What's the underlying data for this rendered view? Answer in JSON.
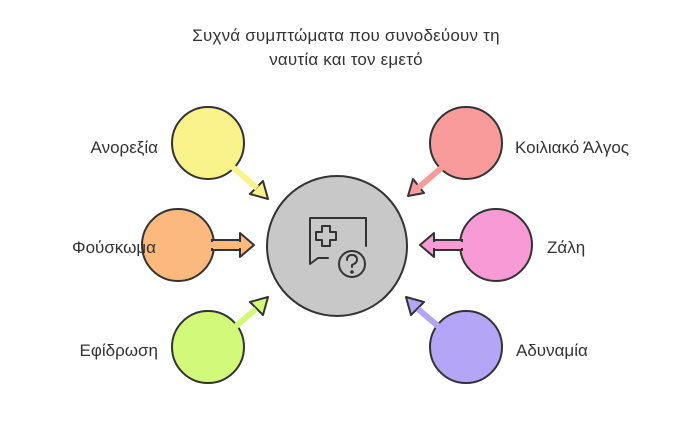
{
  "title": {
    "line1": "Συχνά συμπτώματα που συνοδεύουν τη",
    "line2": "ναυτία και τον εμετό"
  },
  "center": {
    "icon": "medical-chat-question-icon"
  },
  "symptoms": [
    {
      "label": "Ανορεξία",
      "color": "#FAF28A",
      "side": "left"
    },
    {
      "label": "Φούσκωμα",
      "color": "#FBB97D",
      "side": "left"
    },
    {
      "label": "Εφίδρωση",
      "color": "#D3F97A",
      "side": "left"
    },
    {
      "label": "Κοιλιακό Άλγος",
      "color": "#FA9B9B",
      "side": "right"
    },
    {
      "label": "Ζάλη",
      "color": "#F89AD6",
      "side": "right"
    },
    {
      "label": "Αδυναμία",
      "color": "#B4A5F7",
      "side": "right"
    }
  ],
  "colors": {
    "center_fill": "#C8C8C8",
    "center_stroke": "#333333",
    "text": "#333333"
  }
}
